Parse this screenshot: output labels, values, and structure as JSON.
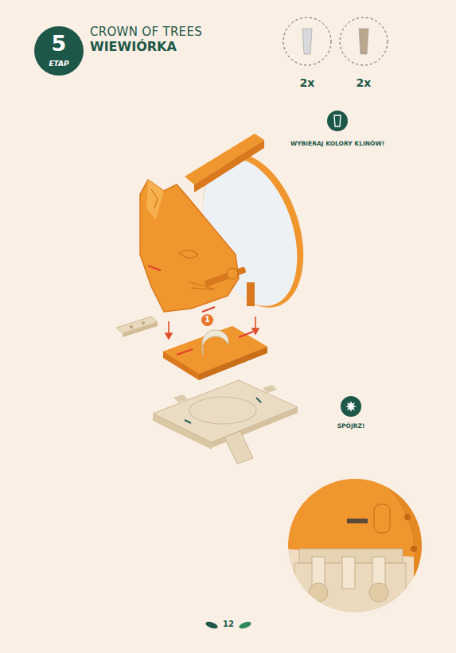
{
  "diagram": {
    "nodes": [
      {
        "text": [
          "5",
          "ETAP"
        ]
      },
      {
        "text": [
          "2x"
        ]
      },
      {
        "text": [
          "2x"
        ]
      },
      {
        "text": [
          "WYBIERAJ KOLORY KLINÓW!"
        ]
      },
      {
        "text": [
          "1"
        ]
      },
      {
        "text": [
          "SPÓJRZ!"
        ]
      }
    ],
    "labels": [
      "CROWN OF TREES",
      "WIEWIÓRKA",
      "12"
    ]
  }
}
